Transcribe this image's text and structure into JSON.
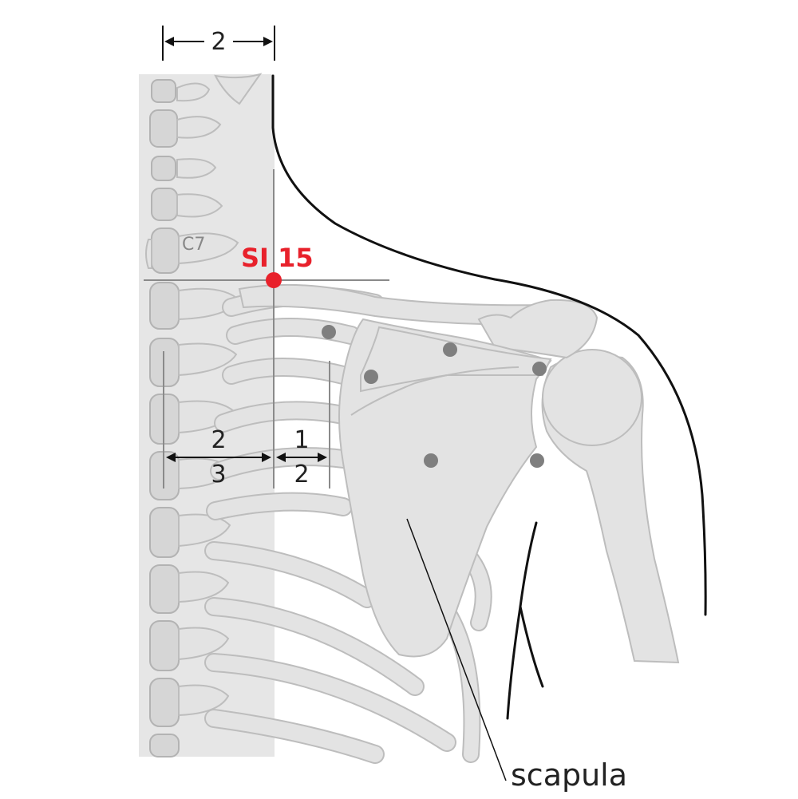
{
  "measurements": {
    "top": "2",
    "lower_left_top": "2",
    "lower_left_bottom": "3",
    "lower_right_top": "1",
    "lower_right_bottom": "2"
  },
  "vertebra_label": "C7",
  "acupoint": {
    "label": "SI 15",
    "color": "#e8212b"
  },
  "caption": "scapula",
  "colors": {
    "bone": "#e3e3e3",
    "bone_outline": "#bdbdbd",
    "neighbor_points": "#7f7f7f",
    "body_outline": "#111111"
  }
}
